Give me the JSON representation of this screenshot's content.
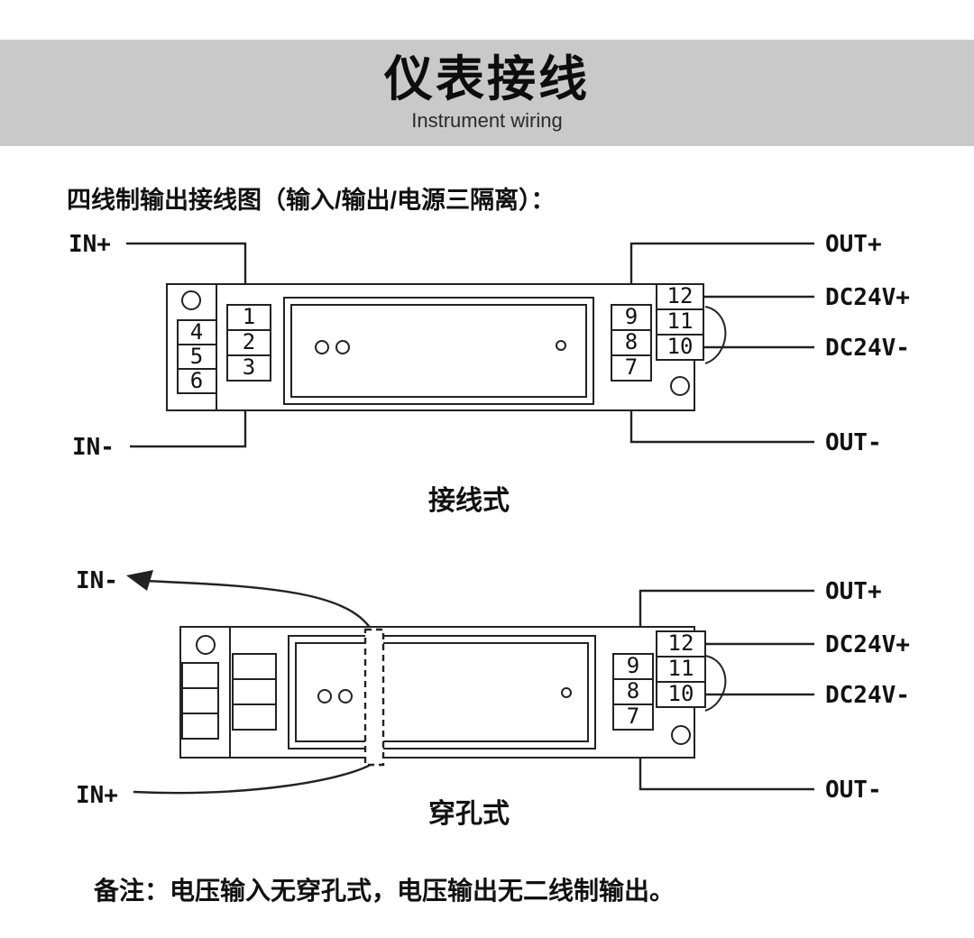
{
  "header": {
    "title": "仪表接线",
    "subtitle": "Instrument wiring"
  },
  "intro": "四线制输出接线图（输入/输出/电源三隔离）：",
  "diagram_terminal": {
    "caption": "接线式",
    "labels": {
      "in_plus": "IN+",
      "in_minus": "IN-",
      "out_plus": "OUT+",
      "dc24v_plus": "DC24V+",
      "dc24v_minus": "DC24V-",
      "out_minus": "OUT-"
    },
    "left_outer_terminals": [
      "4",
      "5",
      "6"
    ],
    "left_inner_terminals": [
      "1",
      "2",
      "3"
    ],
    "right_inner_terminals": [
      "9",
      "8",
      "7"
    ],
    "right_outer_terminals": [
      "12",
      "11",
      "10"
    ]
  },
  "diagram_through_hole": {
    "caption": "穿孔式",
    "labels": {
      "in_minus": "IN-",
      "in_plus": "IN+",
      "out_plus": "OUT+",
      "dc24v_plus": "DC24V+",
      "dc24v_minus": "DC24V-",
      "out_minus": "OUT-"
    },
    "right_inner_terminals": [
      "9",
      "8",
      "7"
    ],
    "right_outer_terminals": [
      "12",
      "11",
      "10"
    ]
  },
  "note": "备注：电压输入无穿孔式，电压输出无二线制输出。",
  "colors": {
    "header_bg": "#c9c9c9",
    "line": "#222222",
    "text": "#111111"
  }
}
